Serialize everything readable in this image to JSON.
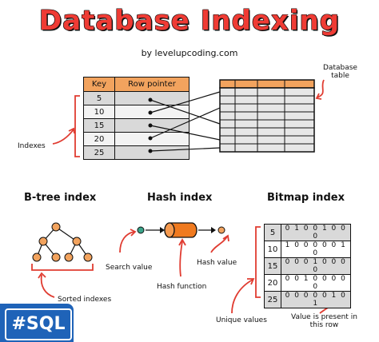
{
  "title": "Database Indexing",
  "byline": "by levelupcoding.com",
  "index_table": {
    "headers": [
      "Key",
      "Row pointer"
    ],
    "keys": [
      "5",
      "10",
      "15",
      "20",
      "25"
    ]
  },
  "labels": {
    "database_table": "Database\ntable",
    "indexes": "Indexes",
    "search_value": "Search value",
    "hash_function": "Hash function",
    "hash_value": "Hash value",
    "sorted_indexes": "Sorted indexes",
    "unique_values": "Unique values",
    "value_present": "Value is present in\nthis row"
  },
  "sections": {
    "btree": "B-tree index",
    "hash": "Hash index",
    "bitmap": "Bitmap index"
  },
  "bitmap_table": {
    "keys": [
      "5",
      "10",
      "15",
      "20",
      "25"
    ],
    "bits": [
      "0 1 0 0 1 0 0 0",
      "1 0 0 0 0 0 1 0",
      "0 0 0 1 0 0 0 0",
      "0 0 1 0 0 0 0 0",
      "0 0 0 0 0 1 0 1"
    ]
  },
  "badge": "#SQL",
  "colors": {
    "accent": "#ef3b34",
    "header_fill": "#f2a35e",
    "hash_fill": "#f07a1f",
    "badge": "#1f63b8",
    "node_fill": "#f2a35e",
    "search_dot": "#3aa48a"
  }
}
